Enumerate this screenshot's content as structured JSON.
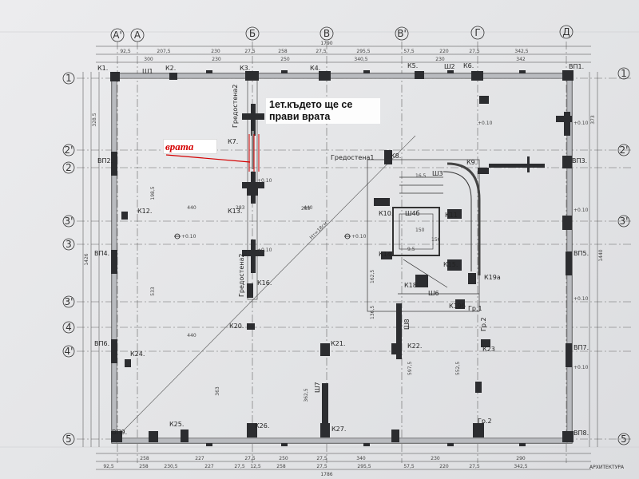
{
  "axes_top": [
    "А'",
    "А",
    "Б",
    "В",
    "В'",
    "Г",
    "Д"
  ],
  "axes_left": [
    "1",
    "2'",
    "2",
    "3'",
    "3",
    "3'",
    "4",
    "4'",
    "5"
  ],
  "axes_right": [
    "1",
    "2'",
    "3'",
    "5"
  ],
  "annotation": {
    "note_line1": "1ет.където ще се",
    "note_line2": "прави врата",
    "door": "врата"
  },
  "column_labels": {
    "k1": "К1.",
    "k2": "К2.",
    "k3": "К3.",
    "k4": "К4.",
    "k5": "К5.",
    "k6": "К6.",
    "vp1": "ВП1.",
    "sh1": "Ш1",
    "sh2": "Ш2",
    "vp2": "ВП2.",
    "k7": "К7.",
    "k8": "К8.",
    "k9": "К9.",
    "vp3": "ВП3.",
    "k12": "К12.",
    "k13": "К13.",
    "k10": "К10.",
    "k11": "К11",
    "vp4": "ВП4.",
    "k14": "К14.",
    "k15": "К15.",
    "k16": "К16.",
    "vp5": "ВП5.",
    "k19a": "К19а",
    "k19b": "К19б",
    "k18": "К18",
    "sh6": "Ш6",
    "k20": "К20.",
    "k21": "К21.",
    "k22": "К22.",
    "vp6": "ВП6.",
    "k24": "К24.",
    "k23": "К23",
    "vp7": "ВП7.",
    "sh8": "Ш8",
    "sh7": "Ш7",
    "vp9": "ВП9.",
    "k25": "К25.",
    "k26": "К26.",
    "k27": "К27.",
    "vp8": "ВП8.",
    "gr2a": "Гр.2",
    "gr2b": "Гр.2",
    "gr1": "Гр.1",
    "sh3": "Ш3",
    "sh4b": "Ш4б",
    "gredostena1": "Гредостена1",
    "gredostena2a": "Гредостена2",
    "gredostena2b": "Гредостена2",
    "diag": "Нт=18см"
  },
  "levels": {
    "lv1": "+0.10",
    "lv2": "+0.10",
    "lv3": "+0.10",
    "lv4": "+0.10",
    "lv5": "+0.10",
    "lv6": "+0.10",
    "lv7": "+0.10",
    "lv8": "+0.10",
    "lv9": "+0.10"
  },
  "dims_top_row1": [
    "92,5",
    "207,5",
    "230",
    "27,5",
    "258",
    "27,5",
    "295,5",
    "57,5",
    "220",
    "27,5",
    "342,5"
  ],
  "dims_top_row2": [
    "300",
    "230",
    "250",
    "340,5",
    "230",
    "342"
  ],
  "dim_top_total": "1790",
  "dims_bottom_row1": [
    "92,5",
    "258",
    "230,5",
    "227",
    "27,5",
    "12,5",
    "258",
    "27,5",
    "295,5",
    "57,5",
    "220",
    "27,5",
    "342,5"
  ],
  "dims_bottom_row2": [
    "258",
    "227",
    "27,5",
    "250",
    "27,5",
    "340",
    "230",
    "290"
  ],
  "dim_bottom_total": "1786",
  "dims_left": [
    "1426",
    "328.5",
    "198,5",
    "440",
    "533",
    "440",
    "363",
    "362,5"
  ],
  "dims_right": [
    "373",
    "1440"
  ],
  "dims_inner": [
    "440",
    "283",
    "283",
    "136,5",
    "162,5",
    "150",
    "150",
    "9,5",
    "16,5",
    "597,5",
    "552,5"
  ],
  "stamp": "АРХИТЕКТУРА"
}
